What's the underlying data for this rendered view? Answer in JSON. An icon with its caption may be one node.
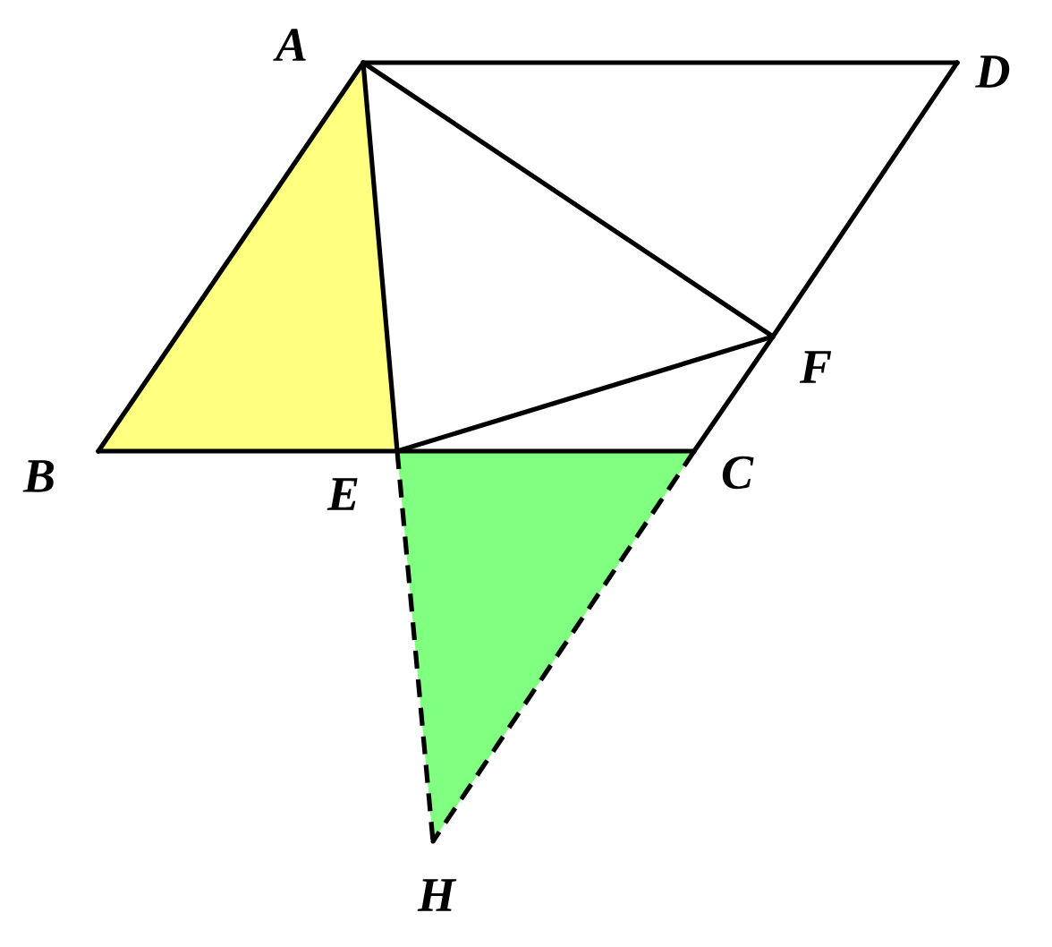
{
  "diagram": {
    "nodes": [
      {
        "text": [
          "A"
        ]
      },
      {
        "text": [
          "D"
        ]
      },
      {
        "text": [
          "B"
        ]
      },
      {
        "text": [
          "E"
        ]
      },
      {
        "text": [
          "C"
        ]
      },
      {
        "text": [
          "F"
        ]
      },
      {
        "text": [
          "H"
        ]
      }
    ],
    "edges": [
      {
        "from": 0,
        "to": 1,
        "arrow": "none"
      },
      {
        "from": 1,
        "to": 5,
        "arrow": "none"
      },
      {
        "from": 5,
        "to": 4,
        "arrow": "none"
      },
      {
        "from": 0,
        "to": 2,
        "arrow": "none"
      },
      {
        "from": 2,
        "to": 3,
        "arrow": "none"
      },
      {
        "from": 3,
        "to": 4,
        "arrow": "none"
      },
      {
        "from": 0,
        "to": 3,
        "arrow": "none"
      },
      {
        "from": 0,
        "to": 5,
        "arrow": "none"
      },
      {
        "from": 3,
        "to": 5,
        "arrow": "none"
      },
      {
        "from": 3,
        "to": 6,
        "arrow": "none",
        "style": "dashed"
      },
      {
        "from": 4,
        "to": 6,
        "arrow": "none",
        "style": "dashed"
      }
    ]
  }
}
